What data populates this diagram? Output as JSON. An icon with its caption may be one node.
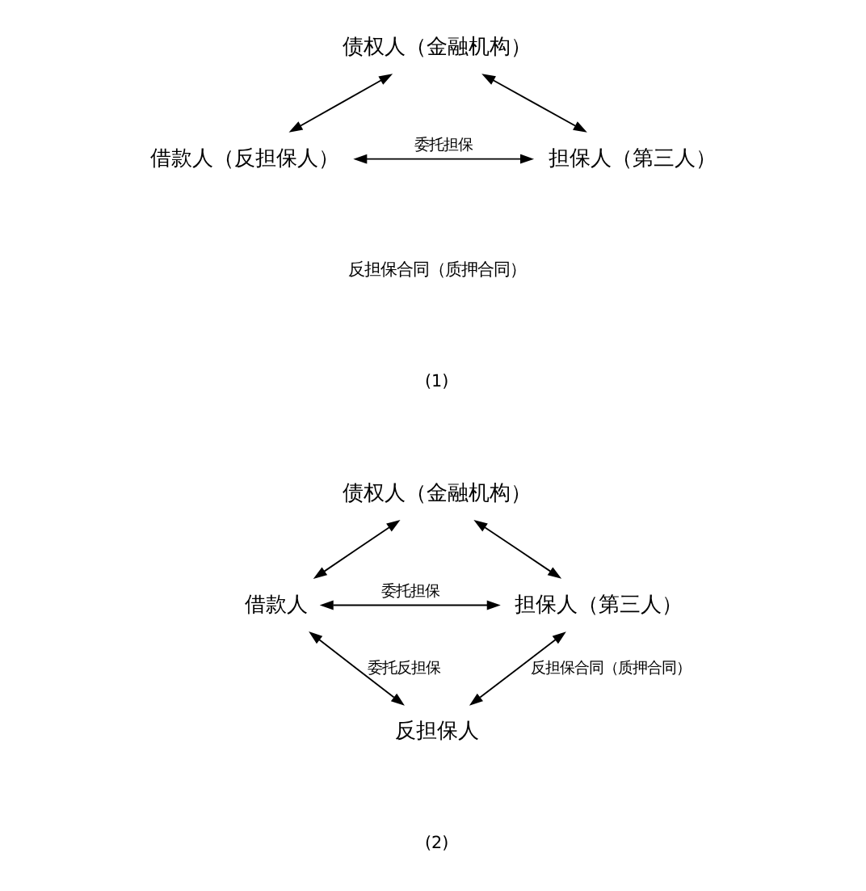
{
  "diagram": {
    "nodes": [
      {
        "text": [
          "债权人（金融机构）"
        ]
      },
      {
        "text": [
          "借款人（反担保人）"
        ]
      },
      {
        "text": [
          "担保人（第三人）"
        ]
      },
      {
        "text": [
          "债权人（金融机构）"
        ]
      },
      {
        "text": [
          "借款人"
        ]
      },
      {
        "text": [
          "担保人（第三人）"
        ]
      },
      {
        "text": [
          "反担保人"
        ]
      }
    ],
    "edges": [
      {
        "from": 0,
        "to": 1,
        "arrow": "both"
      },
      {
        "from": 0,
        "to": 2,
        "arrow": "both"
      },
      {
        "from": 1,
        "to": 2,
        "arrow": "both",
        "label": "委托担保"
      },
      {
        "from": 3,
        "to": 4,
        "arrow": "both"
      },
      {
        "from": 3,
        "to": 5,
        "arrow": "both"
      },
      {
        "from": 4,
        "to": 5,
        "arrow": "both",
        "label": "委托担保"
      },
      {
        "from": 4,
        "to": 6,
        "arrow": "both",
        "label": "委托反担保"
      },
      {
        "from": 5,
        "to": 6,
        "arrow": "both",
        "label": "反担保合同（质押合同）"
      }
    ],
    "labels": [
      "反担保合同（质押合同）",
      "(1)",
      "(2)"
    ]
  }
}
